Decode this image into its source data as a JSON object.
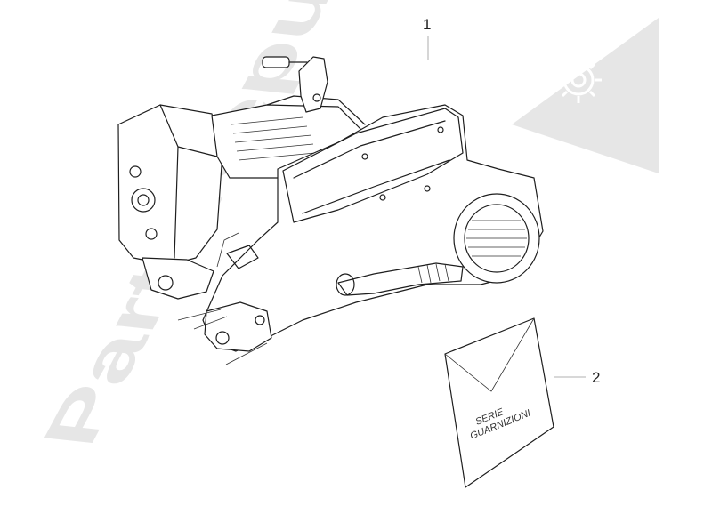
{
  "watermark": {
    "text": "PartsRepublik",
    "gear_icon": "gear-icon"
  },
  "callouts": [
    {
      "number": "1"
    },
    {
      "number": "2"
    }
  ],
  "gasket_bag": {
    "line1": "SERIE",
    "line2": "GUARNIZIONI"
  },
  "colors": {
    "watermark": "#e6e6e6",
    "line": "#1e1e1e"
  }
}
